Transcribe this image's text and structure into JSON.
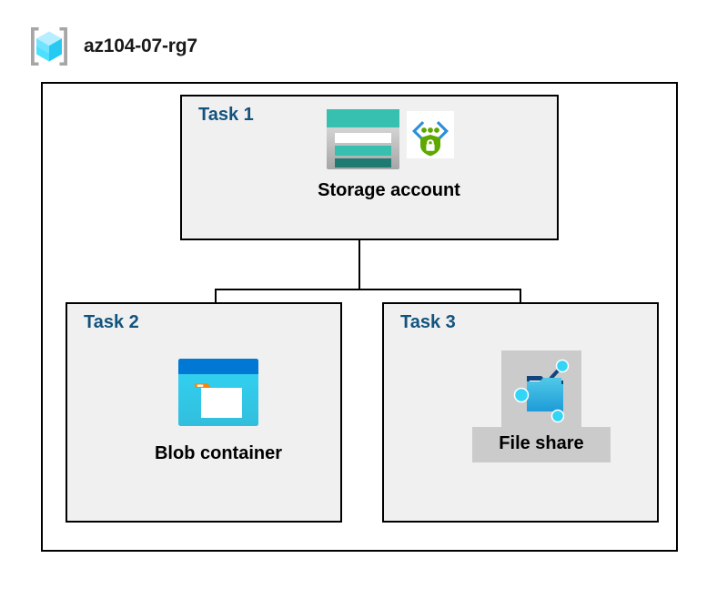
{
  "resource_group": {
    "icon": "azure-resource-group-cube-icon",
    "name": "az104-07-rg7"
  },
  "tasks": [
    {
      "id": "task1",
      "label": "Task 1",
      "node": {
        "caption": "Storage account",
        "icons": [
          "azure-storage-account-icon",
          "private-endpoint-shield-lock-icon"
        ],
        "selected": false
      }
    },
    {
      "id": "task2",
      "label": "Task 2",
      "node": {
        "caption": "Blob container",
        "icons": [
          "azure-blob-container-icon"
        ],
        "selected": false
      }
    },
    {
      "id": "task3",
      "label": "Task 3",
      "node": {
        "caption": "File share",
        "icons": [
          "azure-file-share-icon"
        ],
        "selected": true
      }
    }
  ],
  "connections": [
    {
      "from": "Storage account",
      "to": "Blob container"
    },
    {
      "from": "Storage account",
      "to": "File share"
    }
  ],
  "colors": {
    "task_label": "#12537E",
    "task_box_fill": "#F0F0F0",
    "border": "#000000",
    "selection_highlight": "#CBCBCB",
    "storage_teal": "#37BFAF",
    "storage_teal_dark": "#1F7A72",
    "blob_blue": "#0078D4",
    "blob_cyan": "#32C5F0",
    "folder_orange": "#F2860F",
    "shield_green": "#5EA800",
    "node_cyan": "#32D5F5",
    "cube_cyan": "#9CEBFF"
  }
}
